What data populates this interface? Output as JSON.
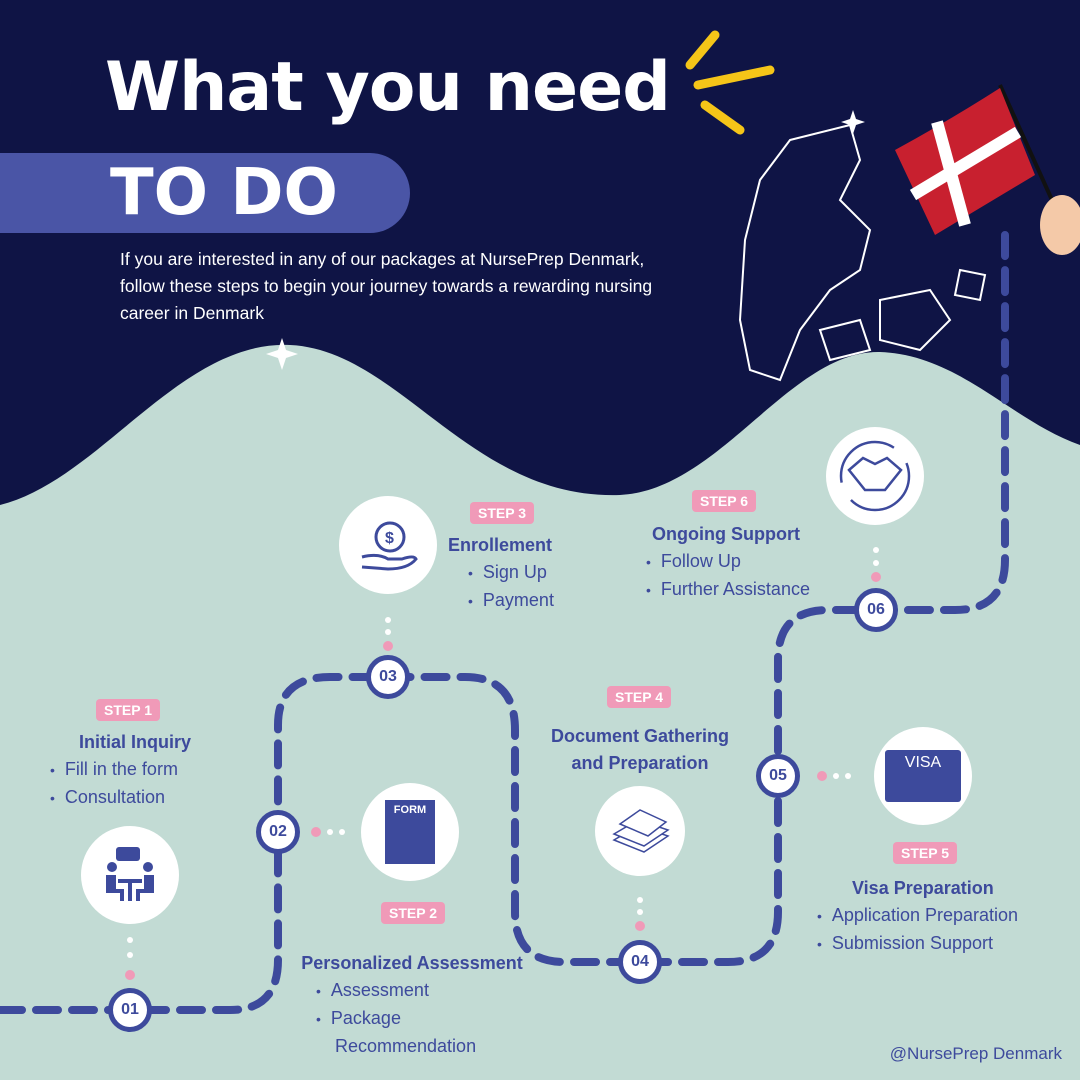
{
  "header": {
    "title_line1": "What you need",
    "title_line2": "TO DO",
    "intro": "If you are interested in any of our packages at NursePrep Denmark, follow these steps to begin your journey towards a rewarding nursing career in Denmark"
  },
  "steps": [
    {
      "badge": "STEP 1",
      "number": "01",
      "title": "Initial Inquiry",
      "items": [
        "Fill in the form",
        "Consultation"
      ],
      "icon": "meeting-icon"
    },
    {
      "badge": "STEP 2",
      "number": "02",
      "title": "Personalized Assessment",
      "items": [
        "Assessment",
        "Package Recommendation"
      ],
      "icon": "form-icon",
      "icon_text": "FORM"
    },
    {
      "badge": "STEP 3",
      "number": "03",
      "title": "Enrollement",
      "items": [
        "Sign Up",
        "Payment"
      ],
      "icon": "money-hand-icon"
    },
    {
      "badge": "STEP 4",
      "number": "04",
      "title": "Document Gathering and Preparation",
      "items": [],
      "icon": "documents-icon"
    },
    {
      "badge": "STEP 5",
      "number": "05",
      "title": "Visa Preparation",
      "items": [
        "Application Preparation",
        "Submission Support"
      ],
      "icon": "visa-card-icon",
      "icon_text": "VISA"
    },
    {
      "badge": "STEP 6",
      "number": "06",
      "title": "Ongoing Support",
      "items": [
        "Follow Up",
        "Further Assistance"
      ],
      "icon": "handshake-icon"
    }
  ],
  "footer": {
    "handle": "@NursePrep Denmark"
  },
  "colors": {
    "navy": "#0f1445",
    "mint": "#c2dbd4",
    "path": "#3d4a9c",
    "pink": "#f09ab8",
    "flag_red": "#c8202f"
  }
}
